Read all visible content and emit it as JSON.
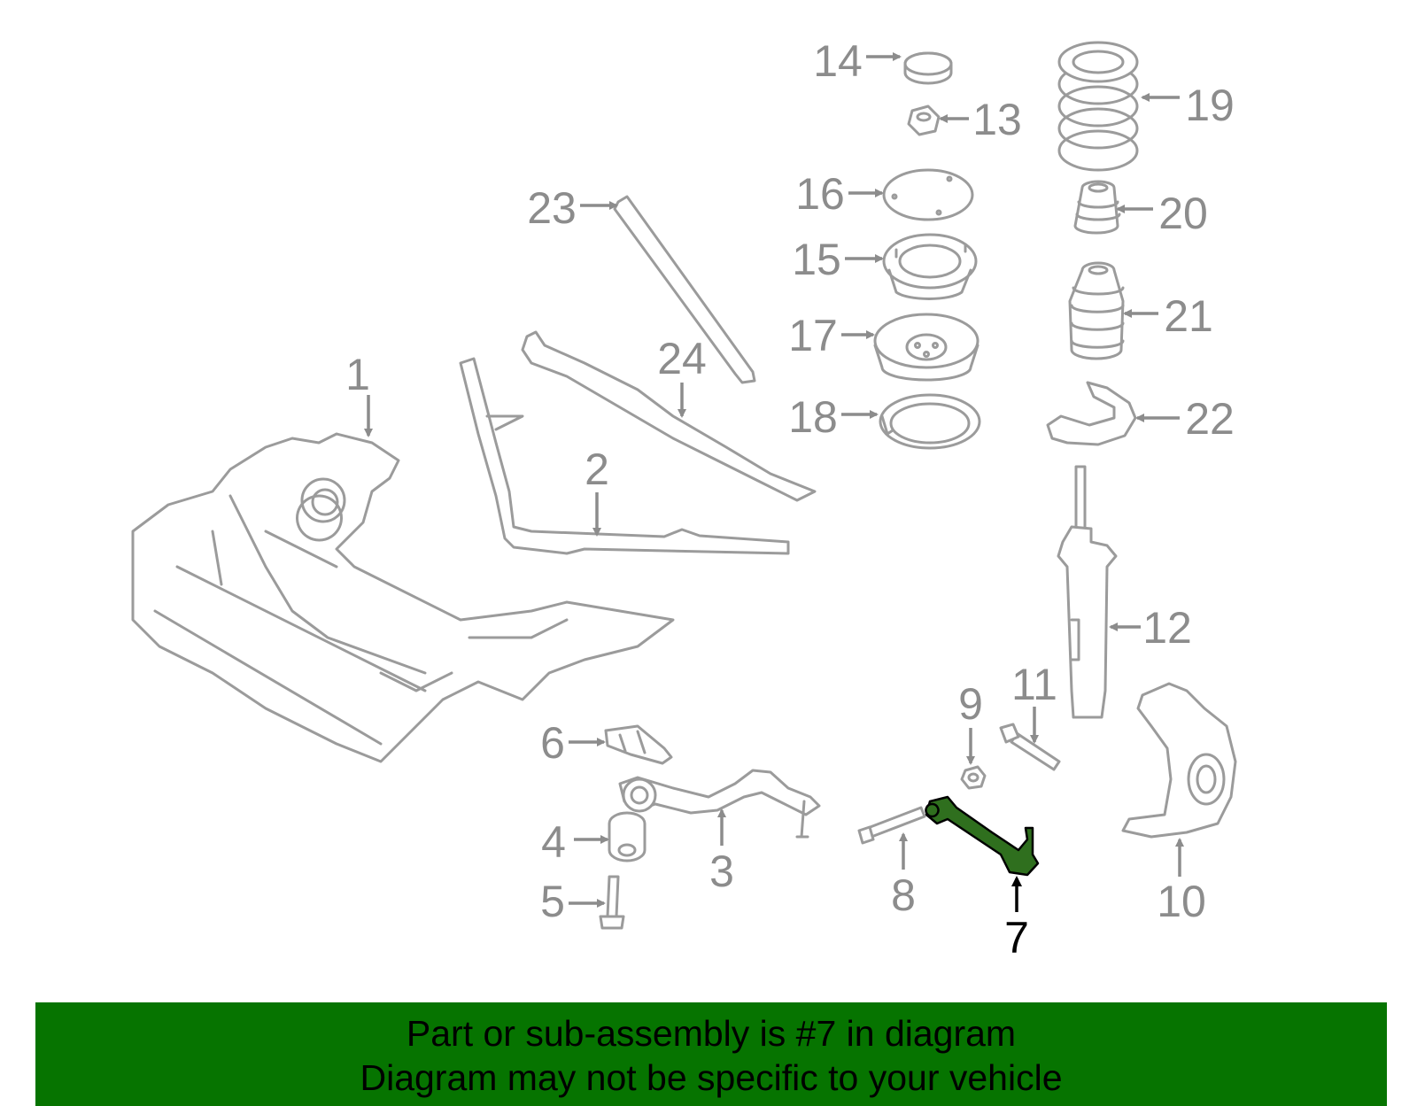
{
  "diagram": {
    "highlighted_part": "7",
    "callouts": [
      "1",
      "2",
      "3",
      "4",
      "5",
      "6",
      "7",
      "8",
      "9",
      "10",
      "11",
      "12",
      "13",
      "14",
      "15",
      "16",
      "17",
      "18",
      "19",
      "20",
      "21",
      "22",
      "23",
      "24"
    ]
  },
  "banner": {
    "line1": "Part or sub-assembly is #7 in diagram",
    "line2": "Diagram may not be specific to your vehicle",
    "color": "#067400"
  },
  "colors": {
    "part_line": "#9b9b9b",
    "callout_text": "#8c8c8c",
    "highlight_fill": "#2f6f1e"
  }
}
